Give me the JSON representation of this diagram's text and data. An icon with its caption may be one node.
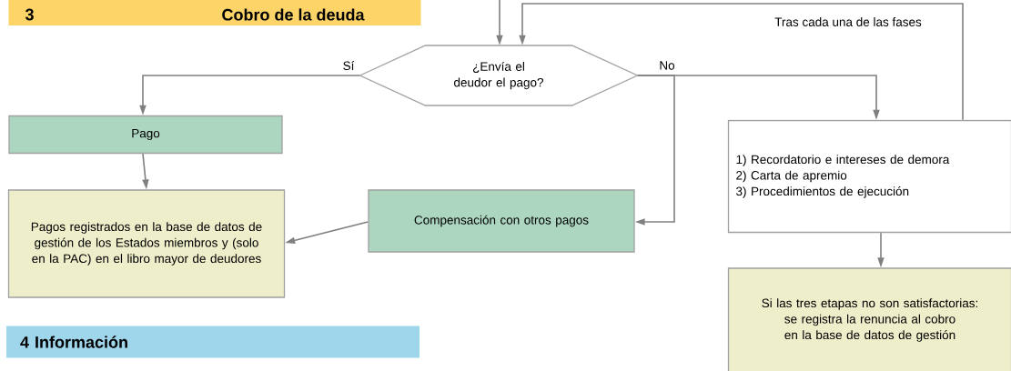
{
  "diagram": {
    "nodes": [
      {
        "text": [
          "3",
          "Cobro de la deuda"
        ]
      },
      {
        "text": [
          "¿Envía el deudor el pago?"
        ]
      },
      {
        "text": [
          "Pago"
        ]
      },
      {
        "text": [
          "Pagos registrados en la base de datos de gestión de los Estados miembros y (solo en la PAC) en el libro mayor de deudores"
        ]
      },
      {
        "text": [
          "Compensación con otros pagos"
        ]
      },
      {
        "text": [
          "1) Recordatorio e intereses de demora",
          "2) Carta de apremio",
          "3) Procedimientos de ejecución"
        ]
      },
      {
        "text": [
          "Si las tres etapas no son satisfactorias: se registra la renuncia al cobro en la base de datos de gestión"
        ]
      },
      {
        "text": [
          "4 Información"
        ]
      }
    ],
    "edges": [
      {
        "from": null,
        "to": 1,
        "arrow": "to"
      },
      {
        "from": 5,
        "to": 1,
        "arrow": "to",
        "label": "Tras cada una de las fases"
      },
      {
        "from": 1,
        "to": 2,
        "arrow": "to",
        "label": "Sí"
      },
      {
        "from": 1,
        "to": 5,
        "arrow": "to",
        "label": "No"
      },
      {
        "from": 1,
        "to": 4,
        "arrow": "to"
      },
      {
        "from": 2,
        "to": 3,
        "arrow": "to"
      },
      {
        "from": 4,
        "to": 3,
        "arrow": "to"
      },
      {
        "from": 5,
        "to": 6,
        "arrow": "to"
      }
    ]
  }
}
